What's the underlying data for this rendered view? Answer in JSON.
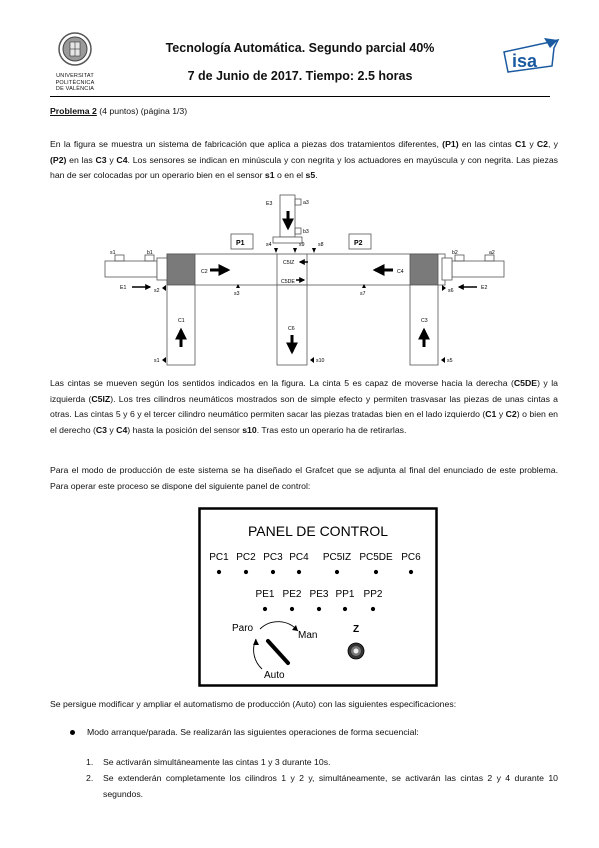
{
  "header": {
    "institution_line1": "UNIVERSITAT",
    "institution_line2": "POLITÈCNICA",
    "institution_line3": "DE VALÈNCIA",
    "title_line1": "Tecnología Automática. Segundo parcial 40%",
    "title_line2": "7 de Junio de 2017. Tiempo: 2.5 horas",
    "logo_text": "isa"
  },
  "problem": {
    "title": "Problema 2",
    "points": "(4 puntos) (página 1/3)"
  },
  "intro": {
    "t1": "En la figura se muestra un sistema de fabricación que aplica a piezas dos tratamientos diferentes, ",
    "p1": "(P1)",
    "t2": " en las cintas ",
    "c1": "C1",
    "t3": " y ",
    "c2": "C2",
    "t4": ", y ",
    "p2": "(P2)",
    "t5": " en las ",
    "c3": "C3",
    "t6": " y ",
    "c4": "C4",
    "t7": ". Los sensores se indican en minúscula y con negrita y los actuadores en mayúscula y con negrita. Las piezas han de ser colocadas por un operario bien en el sensor ",
    "s1": "s1",
    "t8": " o en el ",
    "s5": "s5",
    "t9": "."
  },
  "diagram": {
    "labels": {
      "E3": "E3",
      "a3": "a3",
      "b3": "b3",
      "P1": "P1",
      "P2": "P2",
      "s4": "s4",
      "s9": "s9",
      "s8": "s8",
      "s1top": "s1",
      "b1": "b1",
      "b2": "b2",
      "a2": "a2",
      "C5IZ": "C5IZ",
      "C5DE": "C5DE",
      "C2": "C2",
      "C4": "C4",
      "E1": "E1",
      "E2": "E2",
      "s2": "s2",
      "s3": "s3",
      "s7": "s7",
      "s6": "s6",
      "C1": "C1",
      "C6": "C6",
      "C3": "C3",
      "s1bot": "s1",
      "s10": "s10",
      "s5": "s5"
    }
  },
  "belts": {
    "t1": "Las cintas se mueven según los sentidos indicados en la figura. La cinta 5 es capaz de moverse hacia la derecha (",
    "c5de": "C5DE",
    "t2": ") y la izquierda (",
    "c5iz": "C5IZ",
    "t3": "). Los tres cilindros neumáticos mostrados son de simple efecto y permiten trasvasar las piezas de unas cintas a otras. Las cintas 5 y 6 y el tercer cilindro neumático permiten sacar las piezas tratadas bien en el lado izquierdo (",
    "c1": "C1",
    "t4": " y ",
    "c2": "C2",
    "t5": ") o bien en el derecho (",
    "c3": "C3",
    "t6": " y ",
    "c4": "C4",
    "t7": ") hasta la posición del sensor ",
    "s10": "s10",
    "t8": ". Tras esto un operario ha de retirarlas."
  },
  "grafcet_text": "Para el modo de producción de este sistema se ha diseñado el Grafcet que se adjunta al final del enunciado de este problema. Para operar este proceso se dispone del siguiente panel de control:",
  "panel": {
    "title": "PANEL DE CONTROL",
    "row1": [
      "PC1",
      "PC2",
      "PC3",
      "PC4",
      "PC5IZ",
      "PC5DE",
      "PC6"
    ],
    "row2": [
      "PE1",
      "PE2",
      "PE3",
      "PP1",
      "PP2"
    ],
    "selector": {
      "paro": "Paro",
      "man": "Man",
      "auto": "Auto"
    },
    "z_label": "Z"
  },
  "spec_text": "Se persigue modificar y ampliar el automatismo de producción (Auto) con las siguientes especificaciones:",
  "bullet": "Modo arranque/parada. Se realizarán las siguientes operaciones de forma secuencial:",
  "steps": [
    {
      "num": "1.",
      "text": "Se activarán simultáneamente las cintas 1 y 3 durante 10s."
    },
    {
      "num": "2.",
      "text": "Se extenderán completamente los cilindros 1 y 2 y, simultáneamente, se activarán las cintas 2 y 4 durante 10 segundos."
    }
  ]
}
